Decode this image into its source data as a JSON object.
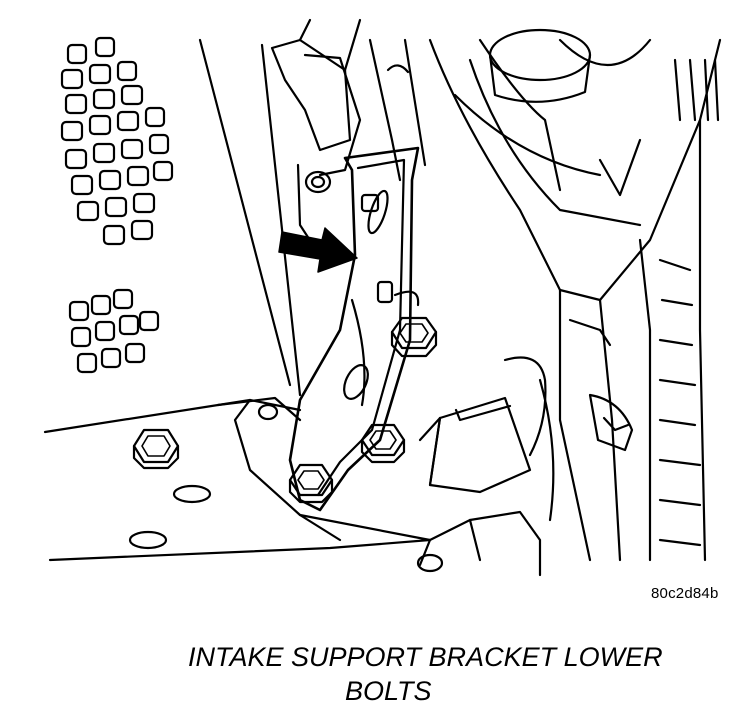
{
  "figure_id": "80c2d84b",
  "caption": {
    "line1": "INTAKE SUPPORT BRACKET LOWER",
    "line2": "BOLTS"
  },
  "icons": {
    "pointer": "arrow-right-icon",
    "bolt": "hex-bolt-icon"
  }
}
